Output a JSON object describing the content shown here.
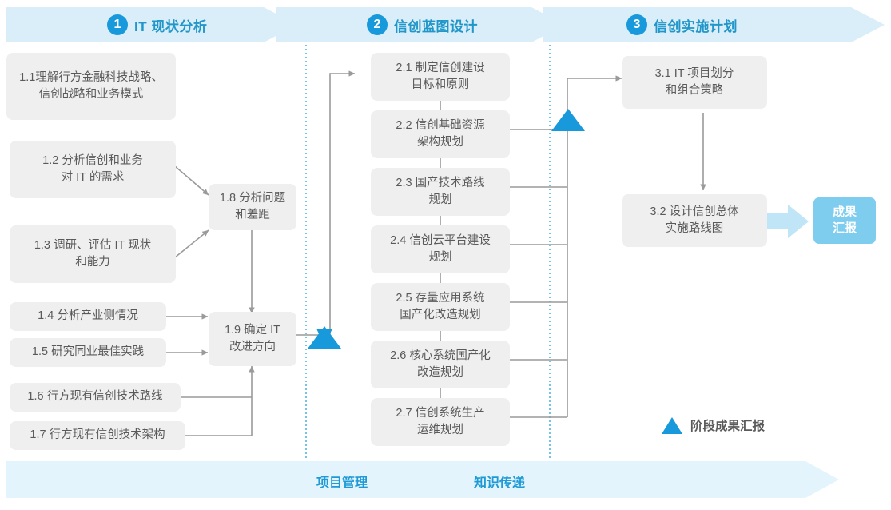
{
  "diagram": {
    "title_phases": [
      {
        "number": "1",
        "title": "IT 现状分析"
      },
      {
        "number": "2",
        "title": "信创蓝图设计"
      },
      {
        "number": "3",
        "title": "信创实施计划"
      }
    ],
    "phase1_boxes": [
      {
        "id": "1.1",
        "text": "1.1理解行方金融科技战略、\n信创战略和业务模式"
      },
      {
        "id": "1.2",
        "text": "1.2 分析信创和业务\n对 IT 的需求"
      },
      {
        "id": "1.3",
        "text": "1.3 调研、评估 IT 现状\n和能力"
      },
      {
        "id": "1.4",
        "text": "1.4 分析产业侧情况"
      },
      {
        "id": "1.5",
        "text": "1.5 研究同业最佳实践"
      },
      {
        "id": "1.6",
        "text": "1.6 行方现有信创技术路线"
      },
      {
        "id": "1.7",
        "text": "1.7 行方现有信创技术架构"
      },
      {
        "id": "1.8",
        "text": "1.8 分析问题\n和差距"
      },
      {
        "id": "1.9",
        "text": "1.9 确定 IT\n改进方向"
      }
    ],
    "phase2_boxes": [
      {
        "id": "2.1",
        "text": "2.1 制定信创建设\n目标和原则"
      },
      {
        "id": "2.2",
        "text": "2.2 信创基础资源\n架构规划"
      },
      {
        "id": "2.3",
        "text": "2.3 国产技术路线\n规划"
      },
      {
        "id": "2.4",
        "text": "2.4 信创云平台建设\n规划"
      },
      {
        "id": "2.5",
        "text": "2.5 存量应用系统\n国产化改造规划"
      },
      {
        "id": "2.6",
        "text": "2.6 核心系统国产化\n改造规划"
      },
      {
        "id": "2.7",
        "text": "2.7 信创系统生产\n运维规划"
      }
    ],
    "phase3_boxes": [
      {
        "id": "3.1",
        "text": "3.1 IT 项目划分\n和组合策略"
      },
      {
        "id": "3.2",
        "text": "3.2 设计信创总体\n实施路线图"
      }
    ],
    "outcome_badge": {
      "text": "成果\n汇报"
    },
    "legend": {
      "label": "阶段成果汇报"
    },
    "bottom_band": {
      "labels": [
        "项目管理",
        "知识传递"
      ]
    },
    "colors": {
      "accent_blue": "#1799DB",
      "title_blue": "#2196C9",
      "header_band": "#D9EEF9",
      "bottom_band": "#E4F4FC",
      "box_fill": "#EFEFEF",
      "box_text": "#5A5A5A",
      "badge_fill": "#7FCDEE",
      "connector": "#9A9A9A",
      "dotted_divider": "#33A8DC"
    }
  }
}
